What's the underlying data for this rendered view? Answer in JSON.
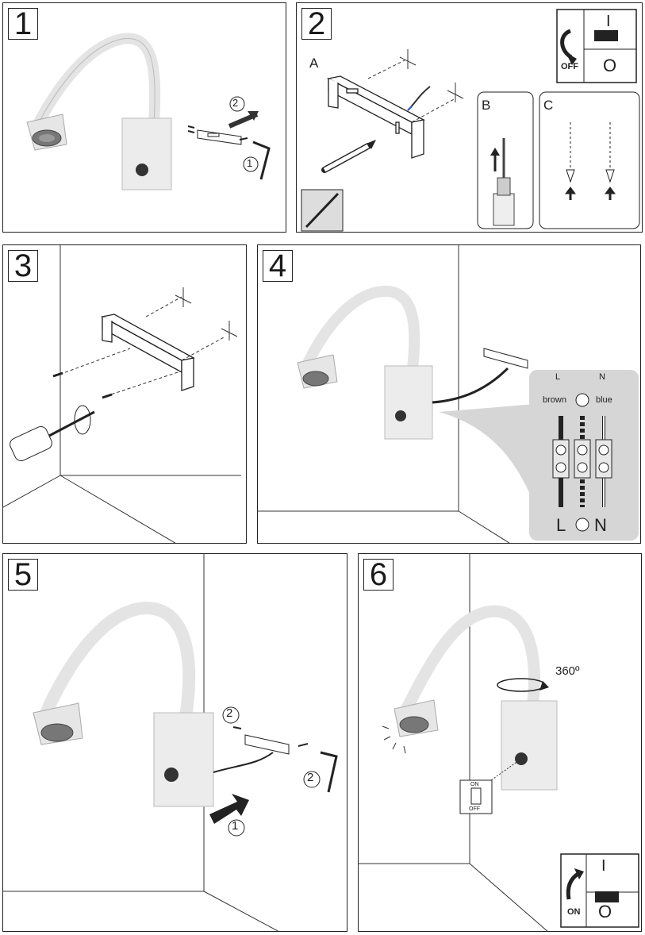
{
  "steps": [
    {
      "number": "1"
    },
    {
      "number": "2",
      "sub_a": "A",
      "sub_b": "B",
      "sub_c": "C",
      "off_label": "OFF",
      "switch_on": "I",
      "switch_off": "O"
    },
    {
      "number": "3"
    },
    {
      "number": "4",
      "wiring": {
        "l_top": "L",
        "n_top": "N",
        "brown": "brown",
        "blue": "blue",
        "l_bottom": "L",
        "n_bottom": "N"
      }
    },
    {
      "number": "5",
      "callout_1": "1",
      "callout_2a": "2",
      "callout_2b": "2"
    },
    {
      "number": "6",
      "rotation": "360º",
      "rocker_on": "ON",
      "rocker_off": "OFF",
      "on_label": "ON",
      "switch_on": "I",
      "switch_off": "O"
    }
  ],
  "callouts_step1": {
    "c1": "1",
    "c2": "2"
  },
  "icons": [
    "lamp-icon",
    "bracket-icon",
    "screwdriver-icon",
    "allen-key-icon",
    "drill-icon",
    "pencil-icon",
    "wall-plug-icon",
    "power-switch-icon",
    "earth-symbol-icon"
  ],
  "colors": {
    "lamp_body": "#e8e8e8",
    "line": "#222222",
    "wiring_bg": "#d6d6d6"
  }
}
